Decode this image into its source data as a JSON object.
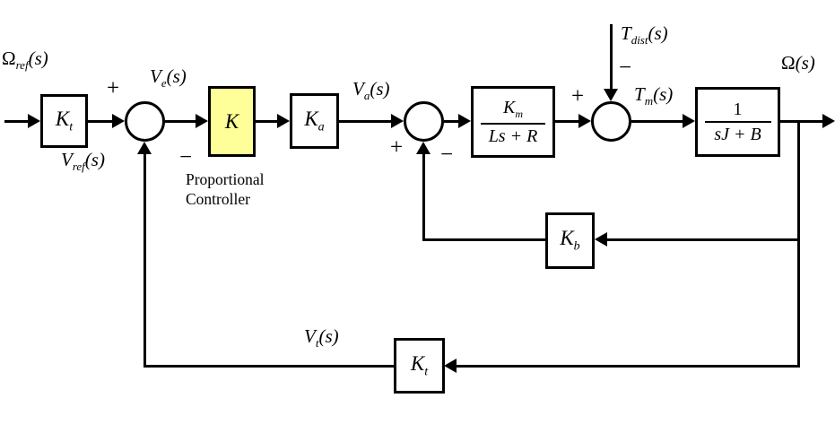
{
  "colors": {
    "controller_fill": "#FFFF99",
    "line": "#000000",
    "background": "#FFFFFF"
  },
  "signals": {
    "omega_ref": {
      "base": "Ω",
      "sub": "ref",
      "suffix": "(s)"
    },
    "v_ref": {
      "base": "V",
      "sub": "ref",
      "suffix": "(s)"
    },
    "v_e": {
      "base": "V",
      "sub": "e",
      "suffix": "(s)"
    },
    "v_a": {
      "base": "V",
      "sub": "a",
      "suffix": "(s)"
    },
    "t_dist": {
      "base": "T",
      "sub": "dist",
      "suffix": "(s)"
    },
    "t_m": {
      "base": "T",
      "sub": "m",
      "suffix": "(s)"
    },
    "omega_out": {
      "base": "Ω",
      "suffix": "(s)"
    },
    "v_t": {
      "base": "V",
      "sub": "t",
      "suffix": "(s)"
    }
  },
  "blocks": {
    "input_transducer": {
      "base": "K",
      "sub": "t"
    },
    "proportional_controller": {
      "base": "K"
    },
    "amplifier": {
      "base": "K",
      "sub": "a"
    },
    "armature": {
      "num_base": "K",
      "num_sub": "m",
      "den": "Ls + R"
    },
    "load": {
      "num": "1",
      "den": "sJ + B"
    },
    "back_emf": {
      "base": "K",
      "sub": "b"
    },
    "tachometer": {
      "base": "K",
      "sub": "t"
    }
  },
  "captions": {
    "controller_line1": "Proportional",
    "controller_line2": "Controller"
  },
  "signs": {
    "plus": "+",
    "minus": "−"
  }
}
